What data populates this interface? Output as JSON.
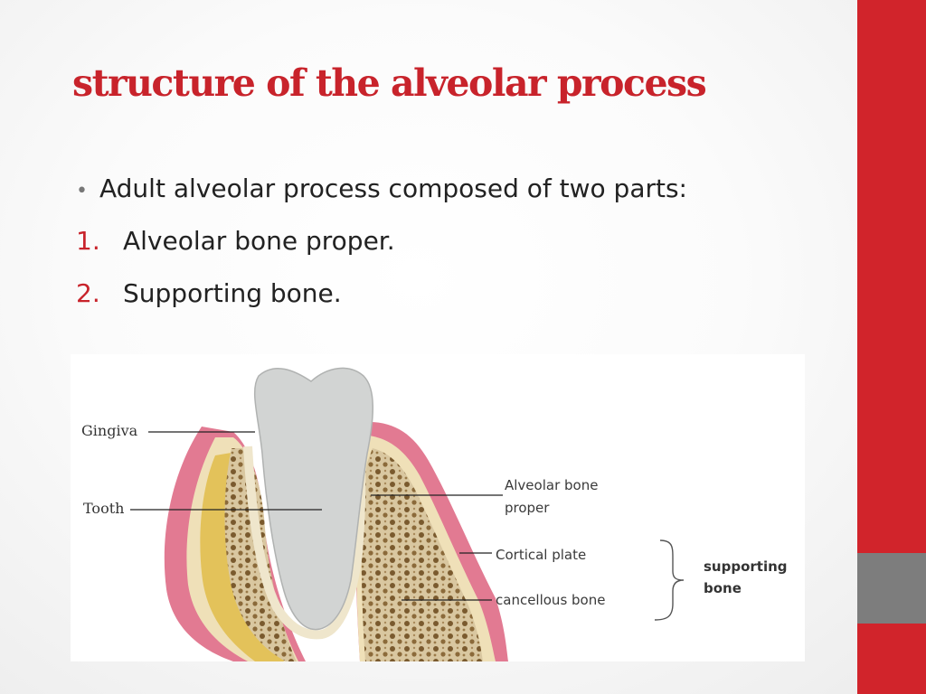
{
  "slide": {
    "title": "structure of the alveolar process",
    "bullet": "Adult alveolar process composed of two parts:",
    "items": [
      {
        "num": "1.",
        "text": "Alveolar bone proper."
      },
      {
        "num": "2.",
        "text": "Supporting bone."
      }
    ]
  },
  "figure": {
    "labels": {
      "gingiva": "Gingiva",
      "tooth": "Tooth",
      "alveolar_line1": "Alveolar bone",
      "alveolar_line2": "proper",
      "cortical": "Cortical plate",
      "cancellous": "cancellous bone",
      "supporting_line1": "supporting",
      "supporting_line2": "bone"
    }
  },
  "colors": {
    "accent": "#c8232b",
    "sidebar": "#d1242b",
    "sidebar_gray": "#7d7d7d",
    "gingiva": "#e27a92",
    "bone": "#d9c9a0",
    "tooth": "#d2d4d3"
  }
}
